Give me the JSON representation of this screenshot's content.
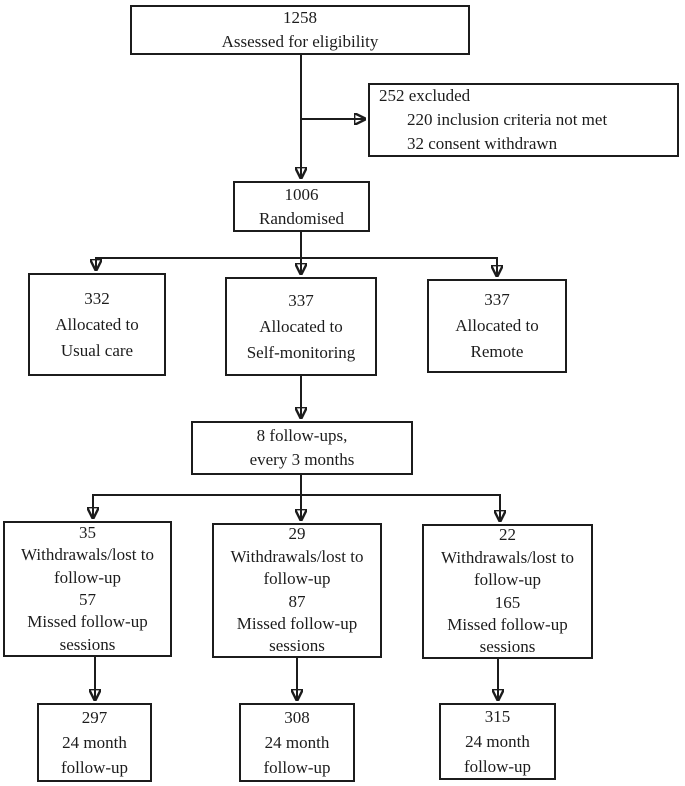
{
  "diagram_type": "consort-flow",
  "colors": {
    "line": "#1c1c1c",
    "text": "#1c1c1c",
    "background": "#ffffff"
  },
  "nodes": {
    "assessed": {
      "lines": [
        "1258",
        "Assessed for eligibility"
      ]
    },
    "excluded": {
      "lines": [
        "252 excluded",
        "220 inclusion criteria not met",
        "32 consent withdrawn"
      ]
    },
    "randomised": {
      "lines": [
        "1006",
        "Randomised"
      ]
    },
    "alloc_usual": {
      "lines": [
        "332",
        "Allocated to",
        "Usual care"
      ]
    },
    "alloc_self": {
      "lines": [
        "337",
        "Allocated to",
        "Self-monitoring"
      ]
    },
    "alloc_remote": {
      "lines": [
        "337",
        "Allocated to",
        "Remote"
      ]
    },
    "followups": {
      "lines": [
        "8 follow-ups,",
        "every 3 months"
      ]
    },
    "wd_usual": {
      "lines": [
        "35",
        "Withdrawals/lost to",
        "follow-up",
        "57",
        "Missed follow-up",
        "sessions"
      ]
    },
    "wd_self": {
      "lines": [
        "29",
        "Withdrawals/lost to",
        "follow-up",
        "87",
        "Missed follow-up",
        "sessions"
      ]
    },
    "wd_remote": {
      "lines": [
        "22",
        "Withdrawals/lost to",
        "follow-up",
        "165",
        "Missed follow-up",
        "sessions"
      ]
    },
    "fu_usual": {
      "lines": [
        "297",
        "24 month",
        "follow-up"
      ]
    },
    "fu_self": {
      "lines": [
        "308",
        "24 month",
        "follow-up"
      ]
    },
    "fu_remote": {
      "lines": [
        "315",
        "24 month",
        "follow-up"
      ]
    }
  }
}
